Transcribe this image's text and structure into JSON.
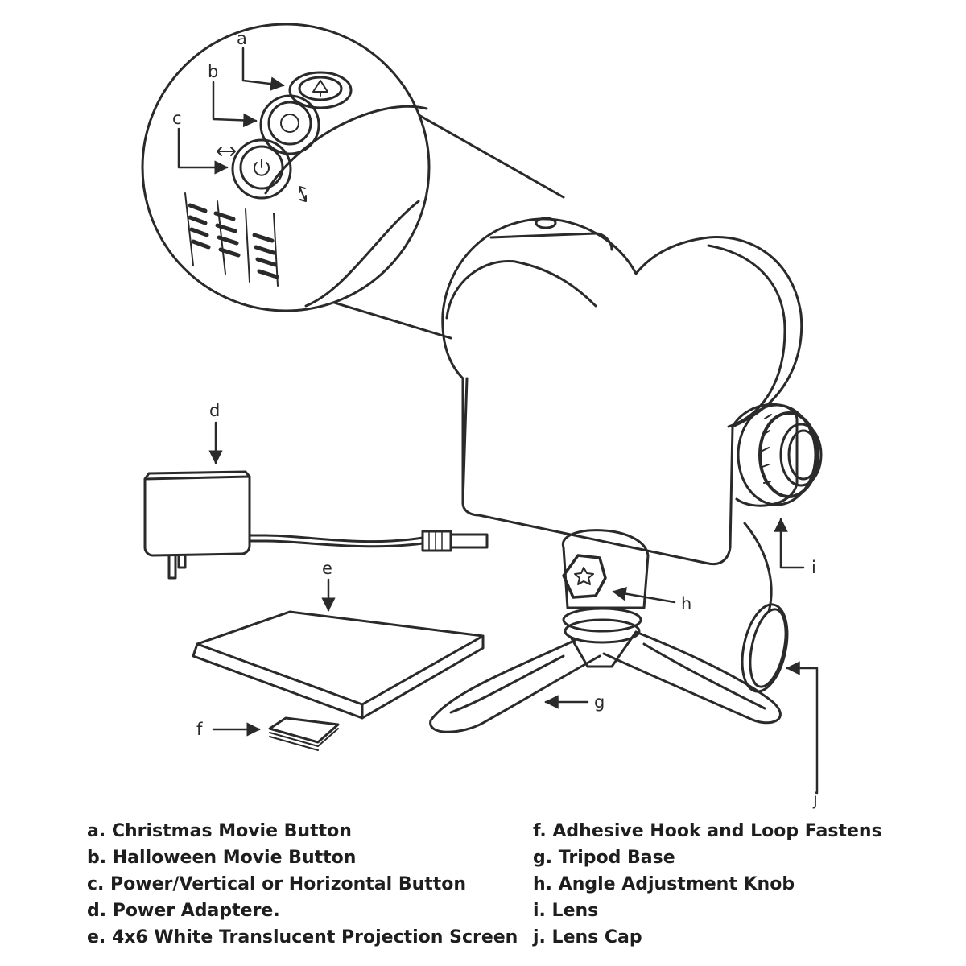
{
  "callouts": {
    "a": "a",
    "b": "b",
    "c": "c",
    "d": "d",
    "e": "e",
    "f": "f",
    "g": "g",
    "h": "h",
    "i": "i",
    "j": "j"
  },
  "legend": {
    "left": [
      "a. Christmas Movie Button",
      "b. Halloween Movie Button",
      "c. Power/Vertical or Horizontal Button",
      "d. Power Adaptere.",
      "e. 4x6 White Translucent Projection Screen"
    ],
    "right": [
      "f.  Adhesive Hook and Loop Fastens",
      "g. Tripod Base",
      "h. Angle Adjustment Knob",
      "i.  Lens",
      "j.  Lens Cap"
    ]
  },
  "icons": [
    "christmas-tree-icon",
    "pumpkin-icon",
    "power-icon",
    "rotate-arrows-icon"
  ]
}
